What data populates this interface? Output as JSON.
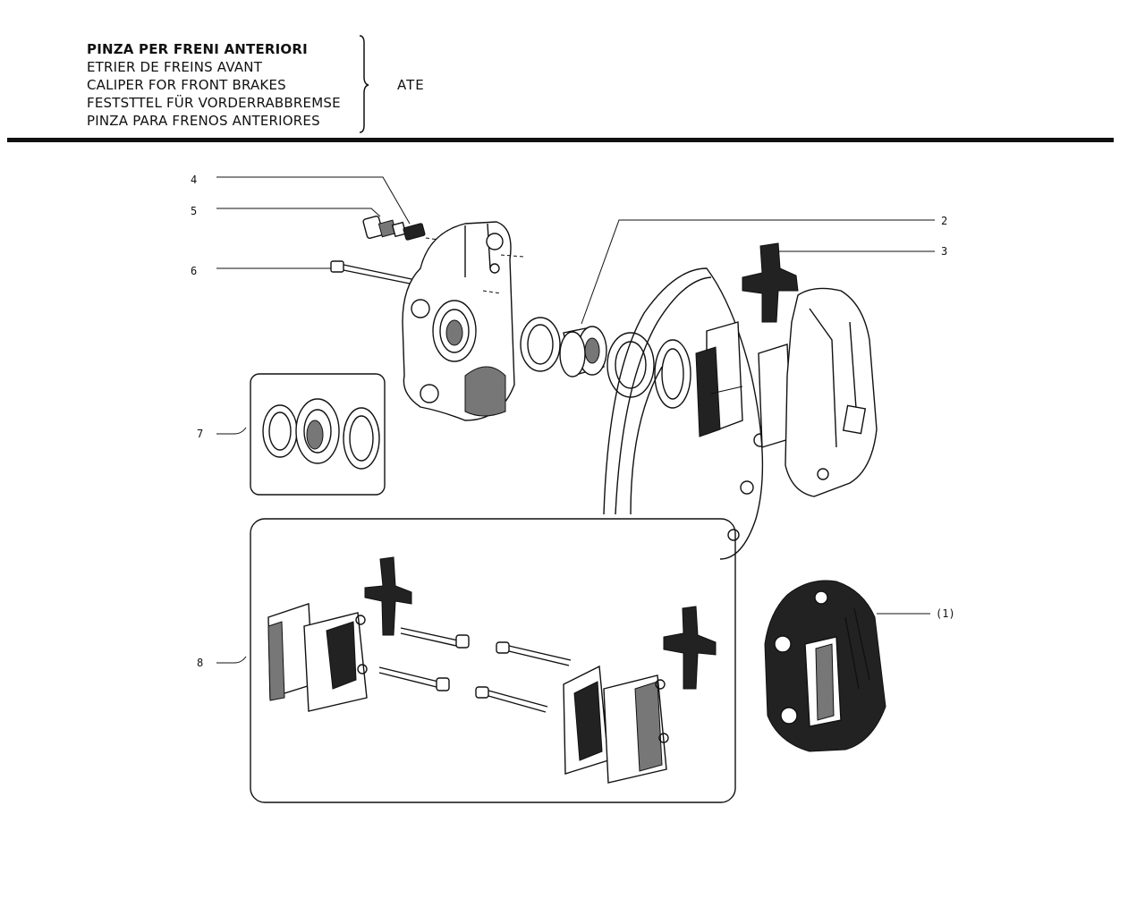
{
  "header": {
    "titles": [
      "PINZA PER FRENI ANTERIORI",
      "ETRIER DE FREINS AVANT",
      "CALIPER FOR FRONT BRAKES",
      "FESTSTTEL FÜR VORDERRABBREMSE",
      "PINZA PARA FRENOS ANTERIORES"
    ],
    "brand": "ATE"
  },
  "callouts": {
    "c1": "(1)",
    "c2": "2",
    "c3": "3",
    "c4": "4",
    "c5": "5",
    "c6": "6",
    "c7": "7",
    "c8": "8"
  }
}
